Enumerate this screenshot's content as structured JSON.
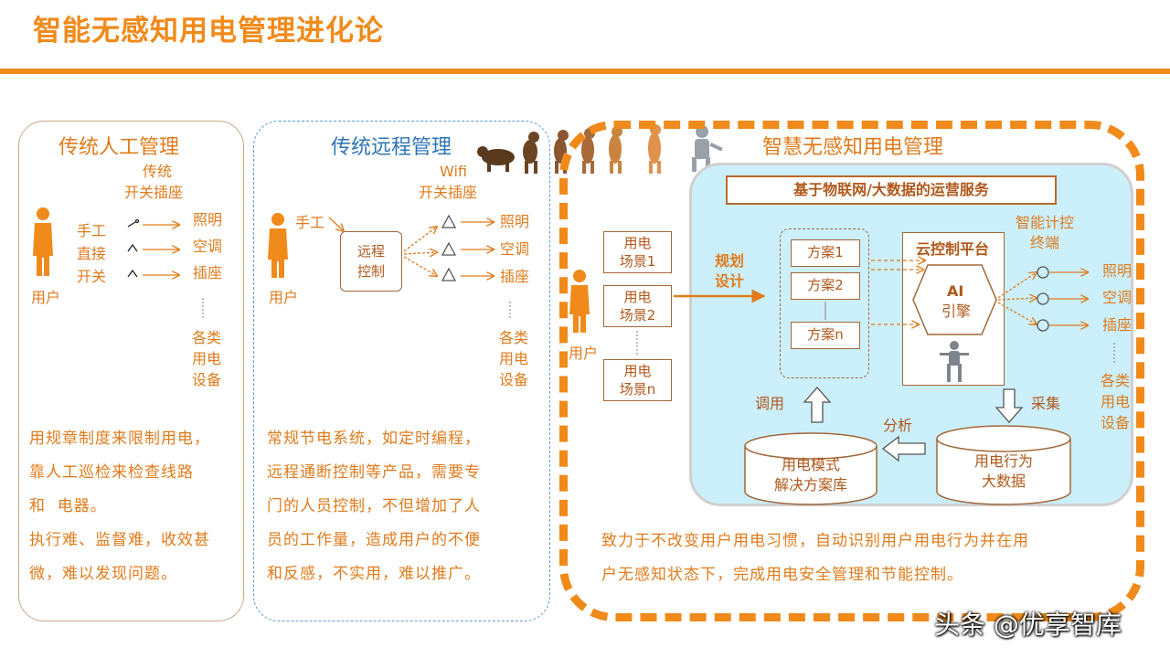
{
  "title": "智能无感知用电管理进化论",
  "panel1": {
    "title": "传统人工管理",
    "switch_label_1": "传统",
    "switch_label_2": "开关插座",
    "manual": [
      "手工",
      "直接",
      "开关"
    ],
    "outputs": [
      "照明",
      "空调",
      "插座"
    ],
    "devices": [
      "各类",
      "用电",
      "设备"
    ],
    "user": "用户",
    "desc": [
      "用规章制度来限制用电，",
      "靠人工巡检来检查线路",
      "和  电器。",
      "执行难、监督难，收效甚",
      "微，难以发现问题。"
    ]
  },
  "panel2": {
    "title": "传统远程管理",
    "wifi": "Wifi",
    "switch_label": "开关插座",
    "manual": "手工",
    "remote_1": "远程",
    "remote_2": "控制",
    "outputs": [
      "照明",
      "空调",
      "插座"
    ],
    "devices": [
      "各类",
      "用电",
      "设备"
    ],
    "user": "用户",
    "desc": [
      "常规节电系统，如定时编程，",
      "远程通断控制等产品，需要专",
      "门的人员控制，不但增加了人",
      "员的工作量，造成用户的不便",
      "和反感，不实用，难以推广。"
    ]
  },
  "panel3": {
    "title": "智慧无感知用电管理",
    "service": "基于物联网/大数据的运营服务",
    "scenes": [
      [
        "用电",
        "场景1"
      ],
      [
        "用电",
        "场景2"
      ],
      [
        "用电",
        "场景n"
      ]
    ],
    "user": "用户",
    "plan_1": "规划",
    "plan_2": "设计",
    "schemes": [
      "方案1",
      "方案2",
      "方案n"
    ],
    "cloud": "云控制平台",
    "ai_1": "AI",
    "ai_2": "引擎",
    "terminal_1": "智能计控",
    "terminal_2": "终端",
    "outputs": [
      "照明",
      "空调",
      "插座"
    ],
    "devices": [
      "各类",
      "用电",
      "设备"
    ],
    "invoke": "调用",
    "collect": "采集",
    "analyze": "分析",
    "db_left": [
      "用电模式",
      "解决方案库"
    ],
    "db_right": [
      "用电行为",
      "大数据"
    ],
    "desc": [
      "致力于不改变用户用电习惯，自动识别用户用电行为并在用",
      "户无感知状态下，完成用电安全管理和节能控制。"
    ]
  },
  "watermark": "头条 @优享智库",
  "colors": {
    "accent": "#F08A1A",
    "blue": "#5B9BD5",
    "panel_bg": "#CBEFFB"
  },
  "icons": [
    "user-silhouette-icon",
    "evolution-figures-icon",
    "robot-icon"
  ]
}
